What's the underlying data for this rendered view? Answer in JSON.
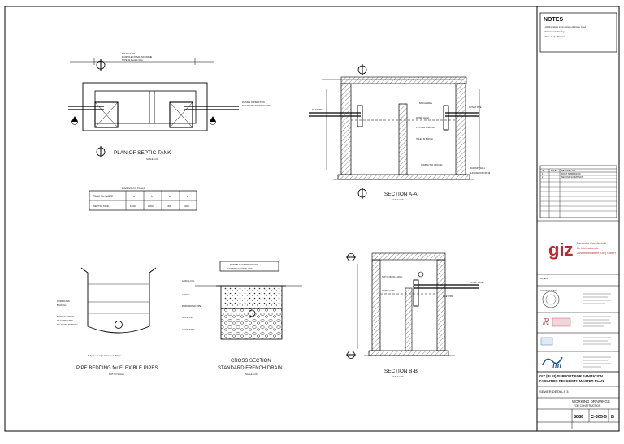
{
  "notes": {
    "title": "NOTES",
    "lines": [
      "1.All dimensions in mm unless otherwise noted",
      "2.Do not scale drawing",
      "3.Refer to specifications"
    ]
  },
  "plan": {
    "title": "PLAN OF SEPTIC TANK",
    "scale": "SCALE 1:20",
    "callout_cover": [
      "MH 600 X 600",
      "MANHOLE COVER AND FRAME",
      "TYPE B2 Medium Duty"
    ],
    "callout_future": [
      "FUTURE CONNECTION",
      "TO GRAVITY SEWER SYSTEM"
    ]
  },
  "dimension_table": {
    "title": "DIMENSION TABLE",
    "headers": [
      "TANK No./NAME",
      "a",
      "b",
      "c",
      "e"
    ],
    "rows": [
      [
        "SEPTIC TANK",
        "1500",
        "2000",
        "150",
        "1000"
      ]
    ]
  },
  "section_aa": {
    "title": "SECTION A-A",
    "scale": "SCALE 1:20",
    "labels": [
      "BAFFLE WALL",
      "OUTLET PIPE",
      "WATER LEVEL",
      "INLET PIPE",
      "PVC PIPE OPENING",
      "HOLES IN BAFFLE",
      "MASONRY WALL",
      "BLINDING CONCRETE",
      "COMPACTED GROUND"
    ]
  },
  "pipe_bedding": {
    "title": "PIPE BEDDING for FLEXIBLE PIPES",
    "scale": "NOT TO SCALE",
    "labels": [
      "COMPACTED",
      "BACKFILL",
      "BEDDING GRAVEL",
      "OF COMPACTED",
      "SELECTED MATERIAL"
    ],
    "note": "Subject to being a minimum of 150mm"
  },
  "french_drain": {
    "title_line1": "CROSS SECTION",
    "title_line2": "STANDARD FRENCH DRAIN",
    "scale": "SCALE 1:20",
    "top_box": [
      "POSSIBLE OVERFLOW LINE",
      "CONSTRUCTION IN LINE"
    ],
    "labels": [
      "GRAVEL FILL",
      "GRAVEL",
      "PERFORATED PIPE",
      "STONE FILL",
      "GEOTEXTILE"
    ]
  },
  "section_bb": {
    "title": "SECTION B-B",
    "scale": "SCALE 1:20",
    "labels": [
      "TOP OF BAFFLE WALL",
      "WATER LEVEL",
      "INLET PIPE",
      "OUTLET LEVEL"
    ]
  },
  "revision_table": {
    "headers": [
      "No",
      "DATE",
      "DESCRIPTION"
    ],
    "rows": [
      [
        "1",
        "",
        "FIRST SUBMISSION"
      ],
      [
        "2",
        "",
        "SECOND SUBMISSION"
      ]
    ]
  },
  "giz": {
    "logo": "giz",
    "lines": [
      "Deutsche Gesellschaft",
      "für Internationale",
      "Zusammenarbeit (GIZ) GmbH"
    ]
  },
  "title_block": {
    "client_label": "CLIENT",
    "consultant_label": "CONSULTANT",
    "lines": [
      "GIZ (BLEI) SUPPORT FOR SANITATION",
      "FACILITIES REHOBOTH MASTER PLAN"
    ],
    "drawing_title": "SEWER DETAILS 3",
    "status": "WORKING DRAWINGS",
    "status_sub": "FOR CONSTRUCTION",
    "project_no": "8888",
    "drawing_no": "C-805-5",
    "revision": "B"
  }
}
